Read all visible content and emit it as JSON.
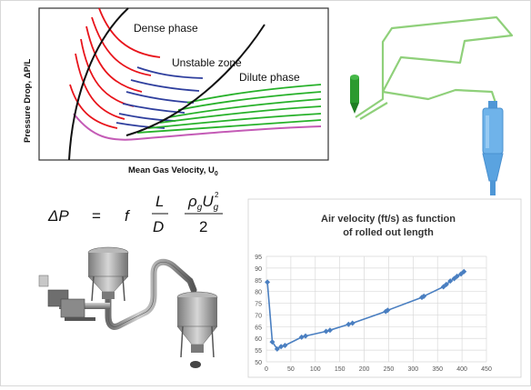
{
  "phase_diagram": {
    "y_axis_label": "Pressure Drop, ΔP/L",
    "x_axis_label": "Mean Gas Velocity, U",
    "x_axis_subscript": "0",
    "dense_label": "Dense phase",
    "unstable_label": "Unstable zone",
    "dilute_label": "Dilute phase",
    "colors": {
      "dense": "#e8141b",
      "unstable": "#2f3f9e",
      "dilute": "#27b12a",
      "choking": "#c45bb6",
      "boundary": "#111111"
    }
  },
  "equation": {
    "lhs": "ΔP",
    "equals": "=",
    "f": "f",
    "L": "L",
    "D": "D",
    "rho": "ρ",
    "rho_sub": "g",
    "U": "U",
    "U_sub": "g",
    "U_sup": "2",
    "two": "2"
  },
  "chart_data": {
    "type": "line",
    "title_line1": "Air velocity (ft/s) as function",
    "title_line2": "of rolled out length",
    "x_ticks": [
      0,
      50,
      100,
      150,
      200,
      250,
      300,
      350,
      400,
      450
    ],
    "y_ticks": [
      50,
      55,
      60,
      65,
      70,
      75,
      80,
      85,
      90,
      95
    ],
    "xlim": [
      0,
      450
    ],
    "ylim": [
      50,
      95
    ],
    "grid": true,
    "color": "#4a7fc1",
    "series": [
      {
        "x": [
          2,
          12,
          22,
          30,
          38,
          72,
          80,
          122,
          130,
          168,
          176,
          244,
          248,
          318,
          322,
          362,
          368,
          376,
          384,
          390,
          398,
          404
        ],
        "y": [
          84,
          58.5,
          55.5,
          56.5,
          57,
          60.5,
          61,
          63,
          63.5,
          66,
          66.5,
          71.5,
          72,
          77.5,
          78,
          82,
          83,
          84.5,
          85.5,
          86.5,
          87.5,
          88.5
        ]
      }
    ]
  }
}
